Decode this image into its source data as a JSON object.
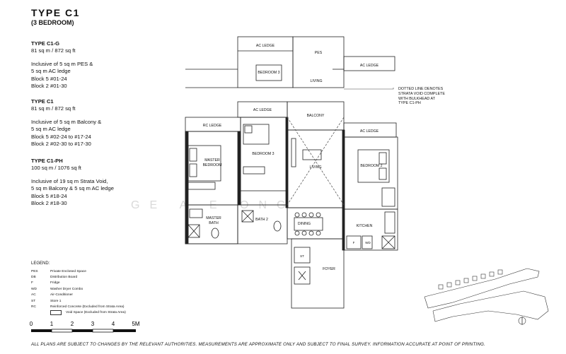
{
  "header": {
    "title": "TYPE  C1",
    "subtitle": "(3 BEDROOM)"
  },
  "specs": [
    {
      "name": "TYPE C1-G",
      "area": "81 sq m / 872 sq ft",
      "details": [
        "Inclusive of 5 sq m PES &",
        "5 sq m AC ledge",
        "Block 5 #01-24",
        "Block 2 #01-30"
      ]
    },
    {
      "name": "TYPE C1",
      "area": "81 sq m / 872 sq ft",
      "details": [
        "Inclusive of 5 sq m Balcony &",
        "5 sq m AC ledge",
        "Block 5 #02-24 to #17-24",
        "Block 2 #02-30 to #17-30"
      ]
    },
    {
      "name": "TYPE C1-PH",
      "area": "100 sq m / 1076 sq ft",
      "details": [
        "Inclusive of 19 sq m Strata Void,",
        "5 sq m Balcony & 5 sq m AC ledge",
        "Block 5 #18-24",
        "Block 2 #18-30"
      ]
    }
  ],
  "legend": {
    "title": "LEGEND:",
    "items": [
      {
        "key": "PES",
        "desc": "Private Enclosed Space"
      },
      {
        "key": "DB",
        "desc": "Distribution Board"
      },
      {
        "key": "F",
        "desc": "Fridge"
      },
      {
        "key": "WD",
        "desc": "Washer Dryer Combo"
      },
      {
        "key": "AC",
        "desc": "Air-Conditioner"
      },
      {
        "key": "ST",
        "desc": "Store 1"
      },
      {
        "key": "RC",
        "desc": "Reinforced Concrete (Excluded from Strata Area)"
      },
      {
        "key": "",
        "desc": "Void Space (Excluded from Strata Area)"
      }
    ]
  },
  "scale": {
    "labels": [
      "0",
      "1",
      "2",
      "3",
      "4",
      "5M"
    ]
  },
  "footer": "ALL PLANS ARE SUBJECT TO CHANGES BY THE RELEVANT AUTHORITIES. MEASUREMENTS ARE APPROXIMATE ONLY AND SUBJECT TO FINAL SURVEY. INFORMATION ACCURATE AT POINT OF PRINTING.",
  "note": [
    "DOTTED LINE DENOTES",
    "STRATA VOID COMPLETE",
    "WITH BULKHEAD AT",
    "TYPE C1-PH"
  ],
  "watermark": "GE     A     E     ONG",
  "rooms": {
    "ac_ledge_1": "AC LEDGE",
    "pes": "PES",
    "ac_ledge_2": "AC LEDGE",
    "bedroom3_upper": "BEDROOM 3",
    "living_upper": "LIVING",
    "ac_ledge_3": "AC LEDGE",
    "balcony": "BALCONY",
    "ac_ledge_4": "AC LEDGE",
    "rc_ledge": "RC LEDGE",
    "bedroom3": "BEDROOM 3",
    "master_bedroom_1": "MASTER",
    "master_bedroom_2": "BEDROOM",
    "living": "LIVING",
    "bedroom2": "BEDROOM 2",
    "master_bath_1": "MASTER",
    "master_bath_2": "BATH",
    "bath2": "BATH 2",
    "dining": "DINING",
    "kitchen": "KITCHEN",
    "foyer": "FOYER",
    "st": "ST",
    "fridge": "F",
    "wd": "WD"
  },
  "keyplan": {
    "labels": [
      "",
      ""
    ]
  }
}
